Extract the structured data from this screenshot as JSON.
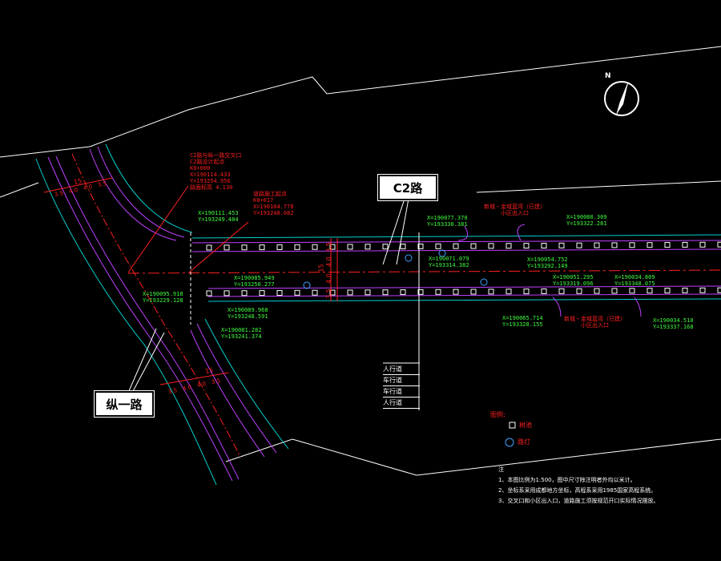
{
  "colors": {
    "boundary": "#ffffff",
    "road_edge": "#00d0d0",
    "road_inner": "#c040ff",
    "annotation": "#ff2020",
    "coordinate": "#40ff40",
    "lamp": "#40a0ff",
    "pole": "#ffff00"
  },
  "north": {
    "label": "N"
  },
  "roads": {
    "c2": "C2路",
    "zong1": "纵一路"
  },
  "widths": {
    "c2_total": "15",
    "c2_segments": [
      "3.5",
      "4.0",
      "4.0",
      "3.5"
    ],
    "zong1_total_top": "15",
    "zong1_total_bottom": "15",
    "zong1_segments": [
      "3.5",
      "4.0",
      "4.0",
      "3.5"
    ]
  },
  "red_notes": {
    "design_title": "C2路与纵一路交叉口",
    "design_sub": "C2路设计起点",
    "design_k": "K0+000",
    "design_x": "X=190114.433",
    "design_y": "Y=193254.956",
    "design_h": "路面标高 4.130",
    "start_title": "道路施工起点",
    "start_k": "K0+017",
    "start_x": "X=190104.778",
    "start_y": "Y=193248.082"
  },
  "green_coords": [
    {
      "x": "X=190111.453",
      "y": "Y=193249.484"
    },
    {
      "x": "X=190077.370",
      "y": "Y=193330.381"
    },
    {
      "x": "X=190080.309",
      "y": "Y=193322.281"
    },
    {
      "x": "X=190071.079",
      "y": "Y=193314.382"
    },
    {
      "x": "X=190054.752",
      "y": "Y=193292.149"
    },
    {
      "x": "X=190085.949",
      "y": "Y=193250.277"
    },
    {
      "x": "X=190051.295",
      "y": "Y=193319.096"
    },
    {
      "x": "X=190034.809",
      "y": "Y=193348.075"
    },
    {
      "x": "X=190095.918",
      "y": "Y=193229.128"
    },
    {
      "x": "X=190089.968",
      "y": "Y=193248.591"
    },
    {
      "x": "X=190081.282",
      "y": "Y=193241.374"
    },
    {
      "x": "X=190065.714",
      "y": "Y=193328.155"
    },
    {
      "x": "X=190034.510",
      "y": "Y=193337.168"
    }
  ],
  "entrances": {
    "top_title": "新城・金域蓝湾（已建）",
    "top_sub": "小区出入口",
    "bottom_title": "新城・金域蓝湾（已建）",
    "bottom_sub": "小区出入口"
  },
  "cross_section": [
    "人行道",
    "车行道",
    "车行道",
    "人行道"
  ],
  "legend": {
    "title": "图例:",
    "tree": "树池",
    "lamp": "路灯"
  },
  "notes": {
    "title": "注",
    "items": [
      "1、本图比例为1:500，图中尺寸除注明者外均以米计。",
      "2、坐标系采用成都地方坐标，高程系采用1985国家高程系统。",
      "3、交叉口和小区出入口，道路施工须按规范开口实际情况摆放。"
    ]
  }
}
